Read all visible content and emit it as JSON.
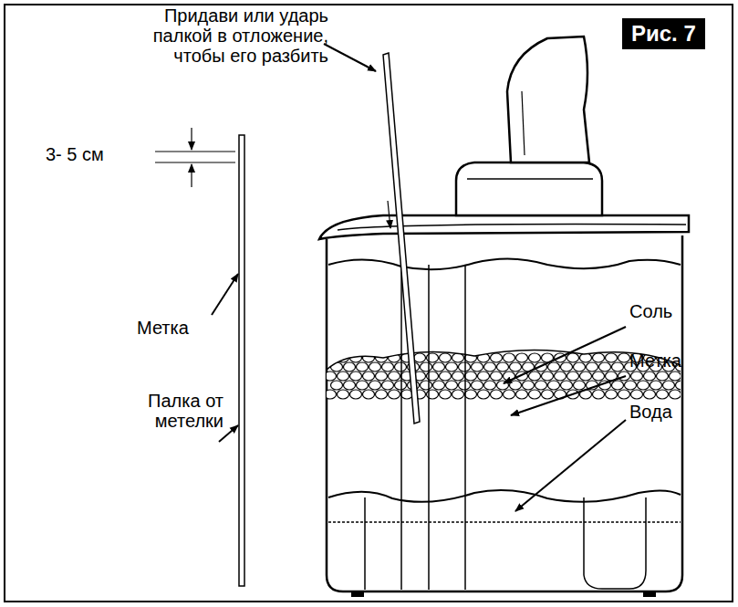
{
  "diagram": {
    "nodes": [
      {
        "text": [
          "Рис. 7"
        ]
      }
    ],
    "labels": [
      "Придави или ударь палкой в отложение, чтобы его разбить",
      "3- 5 см",
      "Метка",
      "Палка от метелки",
      "Соль",
      "Метка",
      "Вода"
    ]
  }
}
